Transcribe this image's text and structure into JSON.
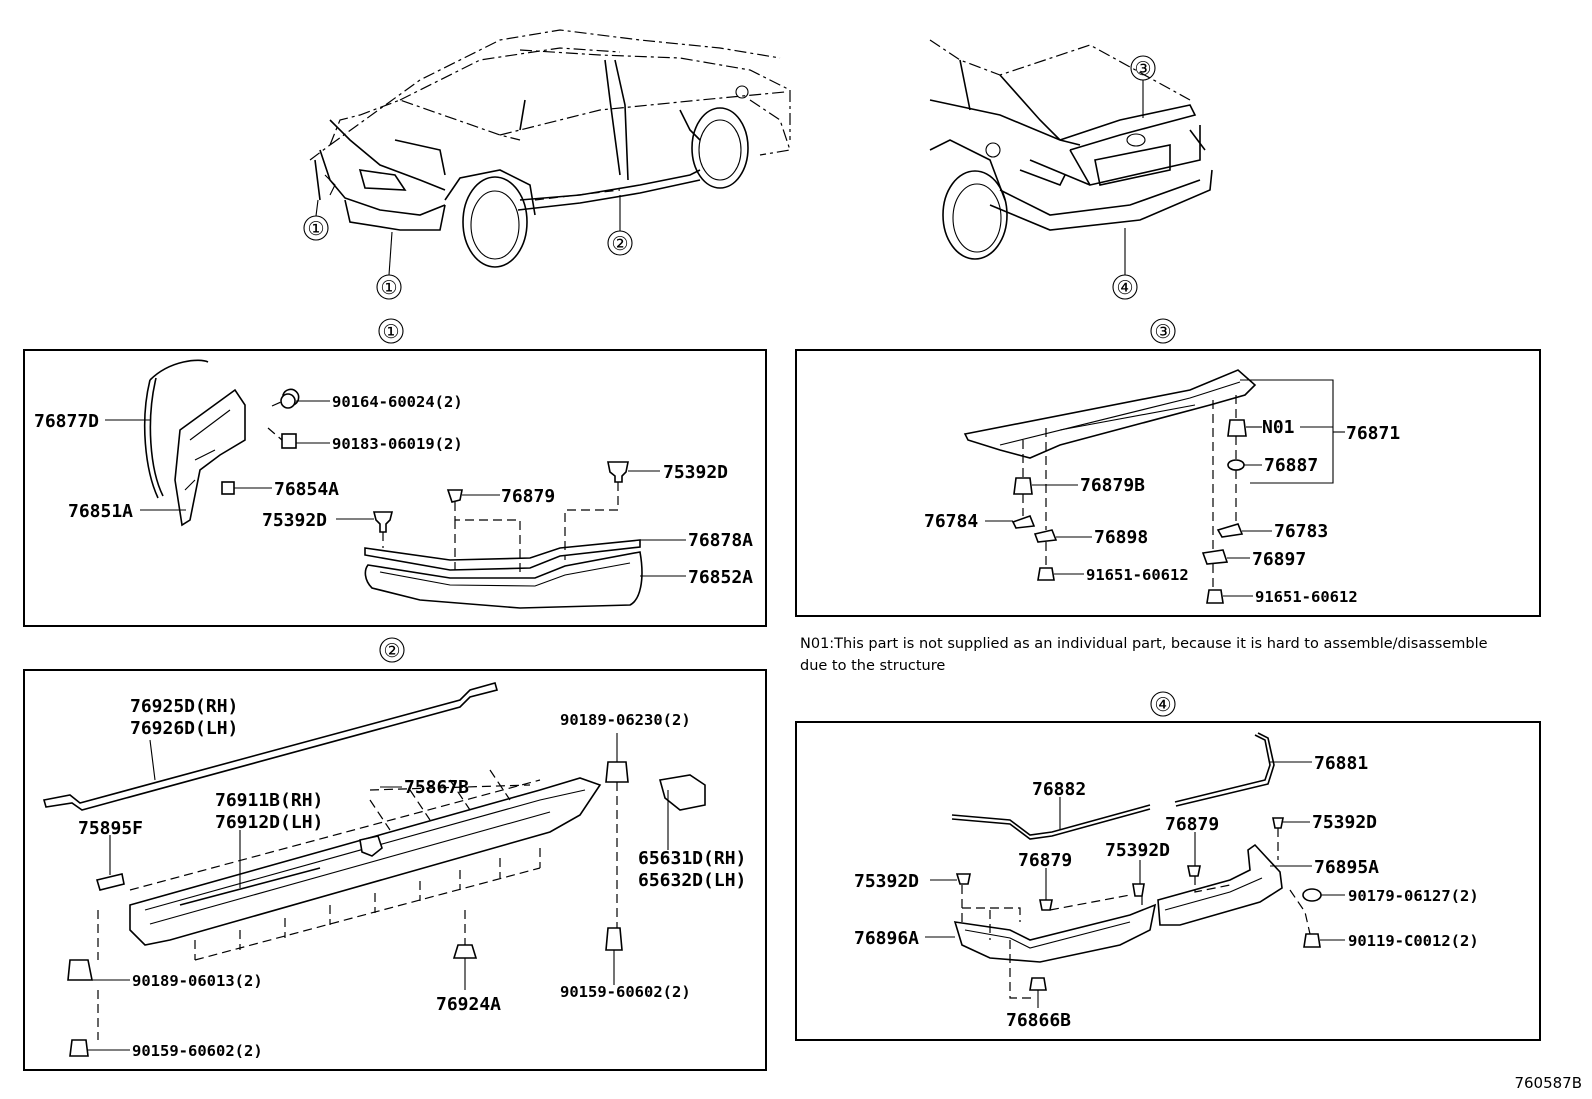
{
  "callouts": {
    "c1": "①",
    "c2": "②",
    "c3": "③",
    "c4": "④"
  },
  "panel1": {
    "title": "①",
    "parts": {
      "p76877D": "76877D",
      "p76851A": "76851A",
      "p90164": "90164-60024(2)",
      "p90183": "90183-06019(2)",
      "p76854A": "76854A",
      "p76879": "76879",
      "p75392D_a": "75392D",
      "p75392D_b": "75392D",
      "p76878A": "76878A",
      "p76852A": "76852A"
    }
  },
  "panel2": {
    "title": "②",
    "parts": {
      "p76925D": "76925D(RH)",
      "p76926D": "76926D(LH)",
      "p75867B": "75867B",
      "p76911B": "76911B(RH)",
      "p76912D": "76912D(LH)",
      "p75895F": "75895F",
      "p90189_06230": "90189-06230(2)",
      "p65631D": "65631D(RH)",
      "p65632D": "65632D(LH)",
      "p90189_06013": "90189-06013(2)",
      "p76924A": "76924A",
      "p90159_a": "90159-60602(2)",
      "p90159_b": "90159-60602(2)"
    }
  },
  "panel3": {
    "title": "③",
    "parts": {
      "pN01": "N01",
      "p76871": "76871",
      "p76887": "76887",
      "p76879B": "76879B",
      "p76784": "76784",
      "p76898": "76898",
      "p76783": "76783",
      "p76897": "76897",
      "p91651_a": "91651-60612",
      "p91651_b": "91651-60612"
    }
  },
  "note": {
    "line1": "N01:This part is not supplied as an individual part, because it is hard to assemble/disassemble",
    "line2": "due to the structure"
  },
  "panel4": {
    "title": "④",
    "parts": {
      "p76881": "76881",
      "p76882": "76882",
      "p75392D_a": "75392D",
      "p76879_a": "76879",
      "p76879_b": "76879",
      "p75392D_b": "75392D",
      "p76895A": "76895A",
      "p75392D_c": "75392D",
      "p90179": "90179-06127(2)",
      "p76896A": "76896A",
      "p90119": "90119-C0012(2)",
      "p76866B": "76866B"
    }
  },
  "diagram_code": "760587B"
}
